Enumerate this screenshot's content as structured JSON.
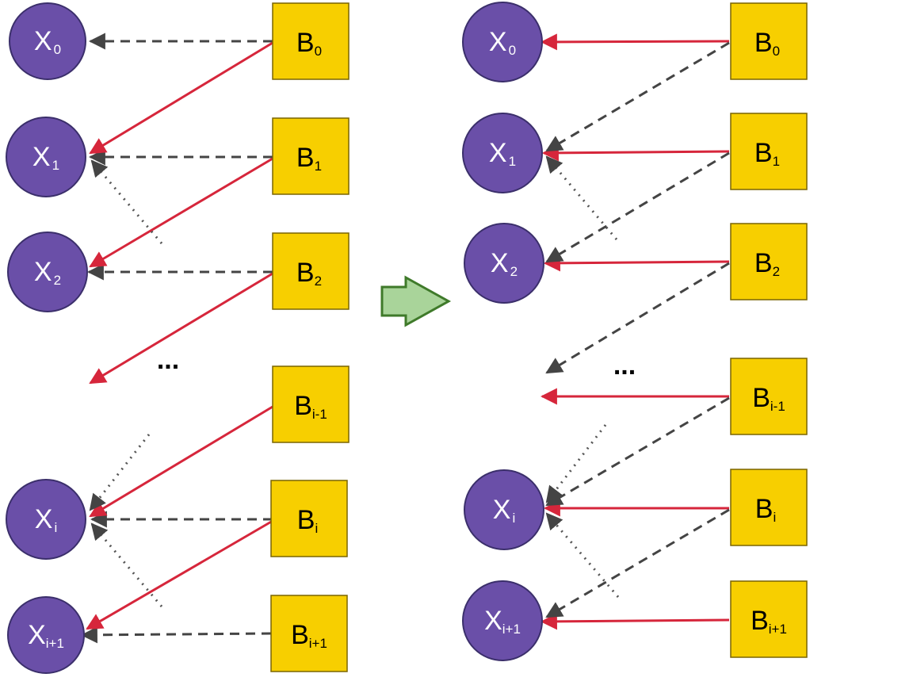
{
  "colors": {
    "x_node_fill": "#6a4fa8",
    "x_node_stroke": "#3b2f6b",
    "x_node_text": "#ffffff",
    "b_node_fill": "#f7cf00",
    "b_node_stroke": "#7a6500",
    "b_node_text": "#000000",
    "red_edge": "#d6263b",
    "dashed_edge": "#444444",
    "dotted_edge": "#555555",
    "transition_arrow_fill": "#a9d49a",
    "transition_arrow_stroke": "#3f7a2a"
  },
  "left": {
    "x_nodes": [
      {
        "base": "X",
        "sub": "0"
      },
      {
        "base": "X",
        "sub": "1"
      },
      {
        "base": "X",
        "sub": "2"
      },
      {
        "base": "X",
        "sub": "i"
      },
      {
        "base": "X",
        "sub": "i+1"
      }
    ],
    "b_nodes": [
      {
        "base": "B",
        "sub": "0"
      },
      {
        "base": "B",
        "sub": "1"
      },
      {
        "base": "B",
        "sub": "2"
      },
      {
        "base": "B",
        "sub": "i-1"
      },
      {
        "base": "B",
        "sub": "i"
      },
      {
        "base": "B",
        "sub": "i+1"
      }
    ],
    "ellipsis": "..."
  },
  "right": {
    "x_nodes": [
      {
        "base": "X",
        "sub": "0"
      },
      {
        "base": "X",
        "sub": "1"
      },
      {
        "base": "X",
        "sub": "2"
      },
      {
        "base": "X",
        "sub": "i"
      },
      {
        "base": "X",
        "sub": "i+1"
      }
    ],
    "b_nodes": [
      {
        "base": "B",
        "sub": "0"
      },
      {
        "base": "B",
        "sub": "1"
      },
      {
        "base": "B",
        "sub": "2"
      },
      {
        "base": "B",
        "sub": "i-1"
      },
      {
        "base": "B",
        "sub": "i"
      },
      {
        "base": "B",
        "sub": "i+1"
      }
    ],
    "ellipsis": "..."
  }
}
